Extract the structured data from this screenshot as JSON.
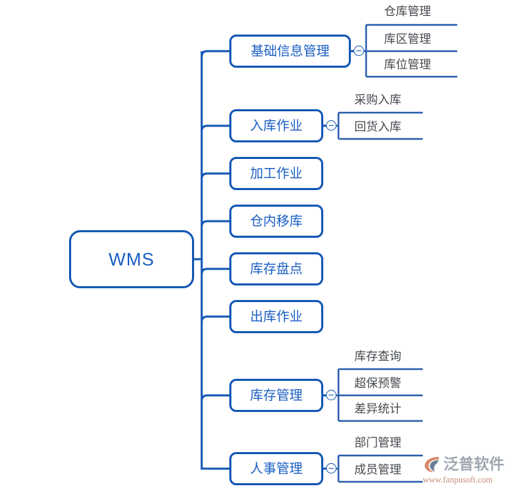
{
  "diagram": {
    "type": "mind-map",
    "title": "WMS",
    "root": {
      "label": "WMS"
    },
    "branches": [
      {
        "label": "基础信息管理",
        "toggle": "collapse-minus-icon",
        "children": [
          "仓库管理",
          "库区管理",
          "库位管理"
        ]
      },
      {
        "label": "入库作业",
        "toggle": "collapse-minus-icon",
        "children": [
          "采购入库",
          "回货入库"
        ]
      },
      {
        "label": "加工作业",
        "children": []
      },
      {
        "label": "仓内移库",
        "children": []
      },
      {
        "label": "库存盘点",
        "children": []
      },
      {
        "label": "出库作业",
        "children": []
      },
      {
        "label": "库存管理",
        "toggle": "collapse-minus-icon",
        "children": [
          "库存查询",
          "超保预警",
          "差异统计"
        ]
      },
      {
        "label": "人事管理",
        "toggle": "collapse-minus-icon",
        "children": [
          "部门管理",
          "成员管理"
        ]
      }
    ]
  },
  "colors": {
    "node_border": "#1357b5",
    "node_text": "#1a5ec4",
    "leaf_text": "#44484d",
    "link": "#1357b5",
    "leaf_link": "#2a5fae",
    "background": "#ffffff",
    "watermark_text": "#9aa3ad",
    "watermark_url": "#c98b7a"
  },
  "watermark": {
    "brand": "泛普软件",
    "url": "www.fanpusoft.com",
    "logo_icon": "fanpu-logo-icon"
  }
}
